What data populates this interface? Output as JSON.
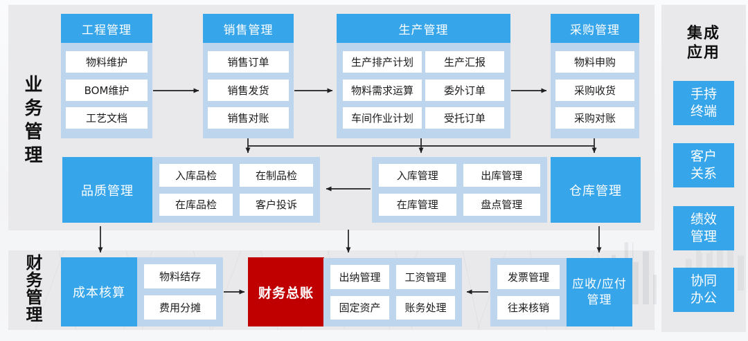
{
  "side_labels": {
    "business": "业务管理",
    "finance": "财务管理"
  },
  "columns": {
    "engineering": {
      "title": "工程管理",
      "items": [
        "物料维护",
        "BOM维护",
        "工艺文档"
      ]
    },
    "sales": {
      "title": "销售管理",
      "items": [
        "销售订单",
        "销售发货",
        "销售对账"
      ]
    },
    "production": {
      "title": "生产管理",
      "items": [
        "生产排产计划",
        "生产汇报",
        "物料需求运算",
        "委外订单",
        "车间作业计划",
        "受托订单"
      ]
    },
    "purchasing": {
      "title": "采购管理",
      "items": [
        "物料申购",
        "采购收货",
        "采购对账"
      ]
    }
  },
  "quality": {
    "title": "品质管理",
    "items": [
      "入库品检",
      "在制品检",
      "在库品检",
      "客户投诉"
    ]
  },
  "warehouse": {
    "title": "仓库管理",
    "items": [
      "入库管理",
      "出库管理",
      "在库管理",
      "盘点管理"
    ]
  },
  "cost": {
    "title": "成本核算",
    "items": [
      "物料结存",
      "费用分摊"
    ]
  },
  "ledger": {
    "title": "财务总账"
  },
  "treasury": {
    "items": [
      "出纳管理",
      "工资管理",
      "固定资产",
      "账务处理"
    ]
  },
  "receivable": {
    "title": "应收/应付管理",
    "items": [
      "发票管理",
      "往来核销"
    ]
  },
  "integration": {
    "title": "集成应用",
    "apps": [
      "手持终端",
      "客户关系",
      "绩效管理",
      "协同办公"
    ]
  },
  "colors": {
    "accent_blue": "#37a5e9",
    "container_blue": "#bdd6ee",
    "ledger_red": "#c00000",
    "panel_gray": "#e9e9eb",
    "arrow_black": "#1f1f1f"
  }
}
